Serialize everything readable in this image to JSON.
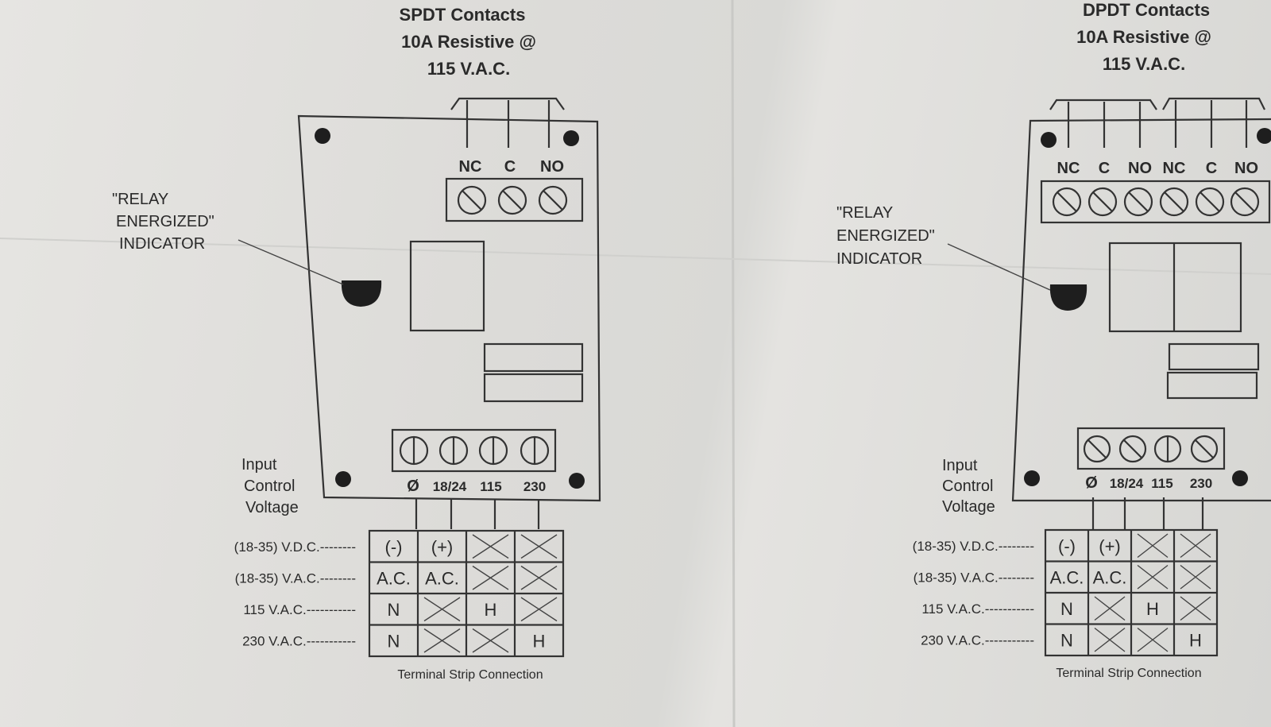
{
  "diagrams": [
    {
      "header": [
        "SPDT Contacts",
        "10A Resistive @",
        "115 V.A.C."
      ],
      "indicator_label": [
        "\"RELAY",
        "ENERGIZED\"",
        "INDICATOR"
      ],
      "output_terminals": [
        "NC",
        "C",
        "NO"
      ],
      "input_label": [
        "Input",
        "Control",
        "Voltage"
      ],
      "input_terminals": [
        "Ø",
        "18/24",
        "115",
        "230"
      ],
      "rows": [
        {
          "label": "(18-35) V.D.C.--------",
          "cells": [
            "(-)",
            "(+)",
            "X",
            "X"
          ]
        },
        {
          "label": "(18-35) V.A.C.--------",
          "cells": [
            "A.C.",
            "A.C.",
            "X",
            "X"
          ]
        },
        {
          "label": "115 V.A.C.-----------",
          "cells": [
            "N",
            "X",
            "H",
            "X"
          ]
        },
        {
          "label": "230 V.A.C.-----------",
          "cells": [
            "N",
            "X",
            "X",
            "H"
          ]
        }
      ],
      "caption": "Terminal Strip Connection"
    },
    {
      "header": [
        "DPDT Contacts",
        "10A Resistive @",
        "115 V.A.C."
      ],
      "indicator_label": [
        "\"RELAY",
        "ENERGIZED\"",
        "INDICATOR"
      ],
      "output_terminals": [
        "NC",
        "C",
        "NO",
        "NC",
        "C",
        "NO"
      ],
      "input_label": [
        "Input",
        "Control",
        "Voltage"
      ],
      "input_terminals": [
        "Ø",
        "18/24",
        "115",
        "230"
      ],
      "rows": [
        {
          "label": "(18-35) V.D.C.--------",
          "cells": [
            "(-)",
            "(+)",
            "X",
            "X"
          ]
        },
        {
          "label": "(18-35) V.A.C.--------",
          "cells": [
            "A.C.",
            "A.C.",
            "X",
            "X"
          ]
        },
        {
          "label": "115 V.A.C.-----------",
          "cells": [
            "N",
            "X",
            "H",
            "X"
          ]
        },
        {
          "label": "230 V.A.C.-----------",
          "cells": [
            "N",
            "X",
            "X",
            "H"
          ]
        }
      ],
      "caption": "Terminal Strip Connection"
    }
  ]
}
